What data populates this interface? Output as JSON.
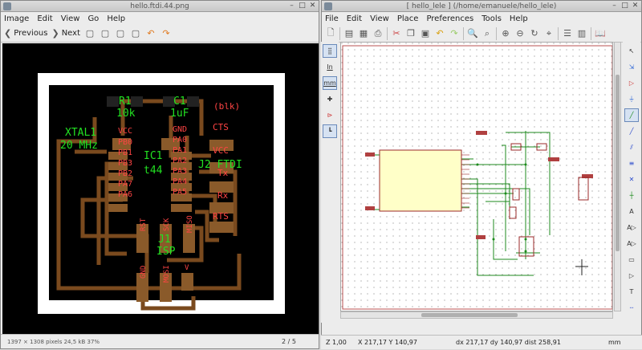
{
  "left": {
    "title": "hello.ftdi.44.png",
    "menu": [
      "Image",
      "Edit",
      "View",
      "Go",
      "Help"
    ],
    "toolbar": {
      "previous": "Previous",
      "next": "Next"
    },
    "status": "1397 × 1308 pixels  24,5 kB  37%",
    "page": "2 / 5",
    "board_labels": {
      "r1": "R1",
      "r1_val": "10k",
      "c1": "C1",
      "c1_val": "1uF",
      "blk": "(blk)",
      "xtal": "XTAL1",
      "xtal_val": "20 MHz",
      "vcc": "VCC",
      "pb0": "PB0",
      "pb1": "PB1",
      "pb2": "PB2",
      "pb3": "PB3",
      "pa7": "PA7",
      "pa6": "PA6",
      "gnd": "GND",
      "pa0": "PA0",
      "pa1": "PA1",
      "pa2": "PA2",
      "pa3": "PA3",
      "pa4": "PA4",
      "pa5": "PA5",
      "ic1": "IC1",
      "ic1_val": "t44",
      "cts": "CTS",
      "vcc2": "VCC",
      "j2": "J2 FTDI",
      "tx": "Tx",
      "rx": "Rx",
      "rts": "RTS",
      "rst": "RST",
      "sck": "SCK",
      "miso": "MISO",
      "j1": "J1",
      "isp": "ISP",
      "gnd2": "GND",
      "mosi": "MOSI",
      "v": "V"
    }
  },
  "right": {
    "title": "[ hello_lele ] (/home/emanuele/hello_lele)",
    "menu": [
      "File",
      "Edit",
      "View",
      "Place",
      "Preferences",
      "Tools",
      "Help"
    ],
    "left_tools": {
      "inch": "In",
      "mm": "mm"
    },
    "status": {
      "zoom": "Z 1,00",
      "xy": "X 217,17  Y 140,97",
      "delta": "dx 217,17  dy 140,97  dist 258,91",
      "units": "mm"
    }
  },
  "colors": {
    "trace": "#7a4a1e",
    "text_green": "#22e022",
    "pad_text": "#ff4444",
    "schematic_wire": "#1c8a1c",
    "ic_fill": "#ffffc8",
    "ic_border": "#9b2a2a"
  }
}
